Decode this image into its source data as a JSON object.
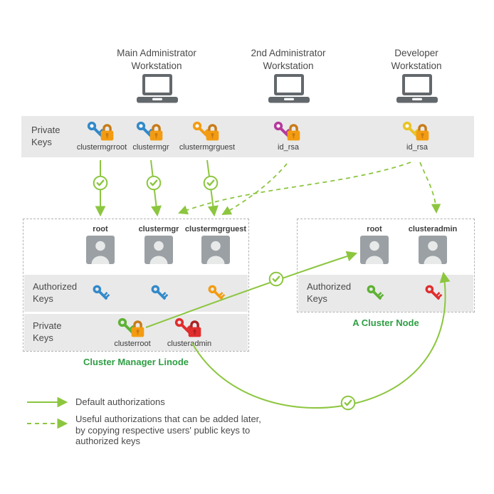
{
  "colors": {
    "arrow_green": "#8cc63f",
    "caption_green": "#2f9e44",
    "band_bg": "#e9e9e9",
    "laptop_gray": "#63686c",
    "person_gray": "#9aa0a4",
    "person_fg": "#e8eaea",
    "box_border": "#b3b3b3",
    "text_dark": "#4a4a4a"
  },
  "icons": {
    "workstation": "laptop-icon",
    "private_key": "key-icon",
    "lock": "padlock-icon",
    "user": "person-icon",
    "authorized": "checkmark-circle-icon",
    "default_auth": "solid-green-arrow",
    "optional_auth": "dashed-green-arrow"
  },
  "workstations": [
    {
      "label": "Main Administrator Workstation"
    },
    {
      "label": "2nd Administrator Workstation"
    },
    {
      "label": "Developer Workstation"
    }
  ],
  "top_band": {
    "label": "Private Keys",
    "keys": [
      {
        "label": "clustermgrroot",
        "key_color": "#3289c9",
        "lock_body": "#f39c12",
        "lock_dark": "#c87b17"
      },
      {
        "label": "clustermgr",
        "key_color": "#3289c9",
        "lock_body": "#f39c12",
        "lock_dark": "#c87b17"
      },
      {
        "label": "clustermgrguest",
        "key_color": "#f39c12",
        "lock_body": "#f39c12",
        "lock_dark": "#c87b17"
      },
      {
        "label": "id_rsa",
        "key_color": "#b5399b",
        "lock_body": "#f39c12",
        "lock_dark": "#c87b17"
      },
      {
        "label": "id_rsa",
        "key_color": "#e9c425",
        "lock_body": "#f39c12",
        "lock_dark": "#c87b17"
      }
    ]
  },
  "cluster_manager": {
    "caption": "Cluster Manager Linode",
    "users": [
      {
        "name": "root"
      },
      {
        "name": "clustermgr"
      },
      {
        "name": "clustermgrguest"
      }
    ],
    "authorized_band": {
      "label": "Authorized Keys",
      "keys": [
        {
          "color": "#3289c9"
        },
        {
          "color": "#3289c9"
        },
        {
          "color": "#f39c12"
        }
      ]
    },
    "private_band": {
      "label": "Private Keys",
      "keys": [
        {
          "label": "clusterroot",
          "key_color": "#5eb234",
          "lock_body": "#f39c12",
          "lock_dark": "#c87b17"
        },
        {
          "label": "clusteradmin",
          "key_color": "#e02d2d",
          "lock_body": "#e02d2d",
          "lock_dark": "#a92121"
        }
      ]
    }
  },
  "cluster_node": {
    "caption": "A Cluster Node",
    "users": [
      {
        "name": "root"
      },
      {
        "name": "clusteradmin"
      }
    ],
    "authorized_band": {
      "label": "Authorized Keys",
      "keys": [
        {
          "color": "#5eb234"
        },
        {
          "color": "#e02d2d"
        }
      ]
    }
  },
  "legend": {
    "solid_label": "Default authorizations",
    "dashed_label_lines": [
      "Useful authorizations that can be added later,",
      "by copying respective users' public keys to",
      "authorized keys"
    ]
  }
}
